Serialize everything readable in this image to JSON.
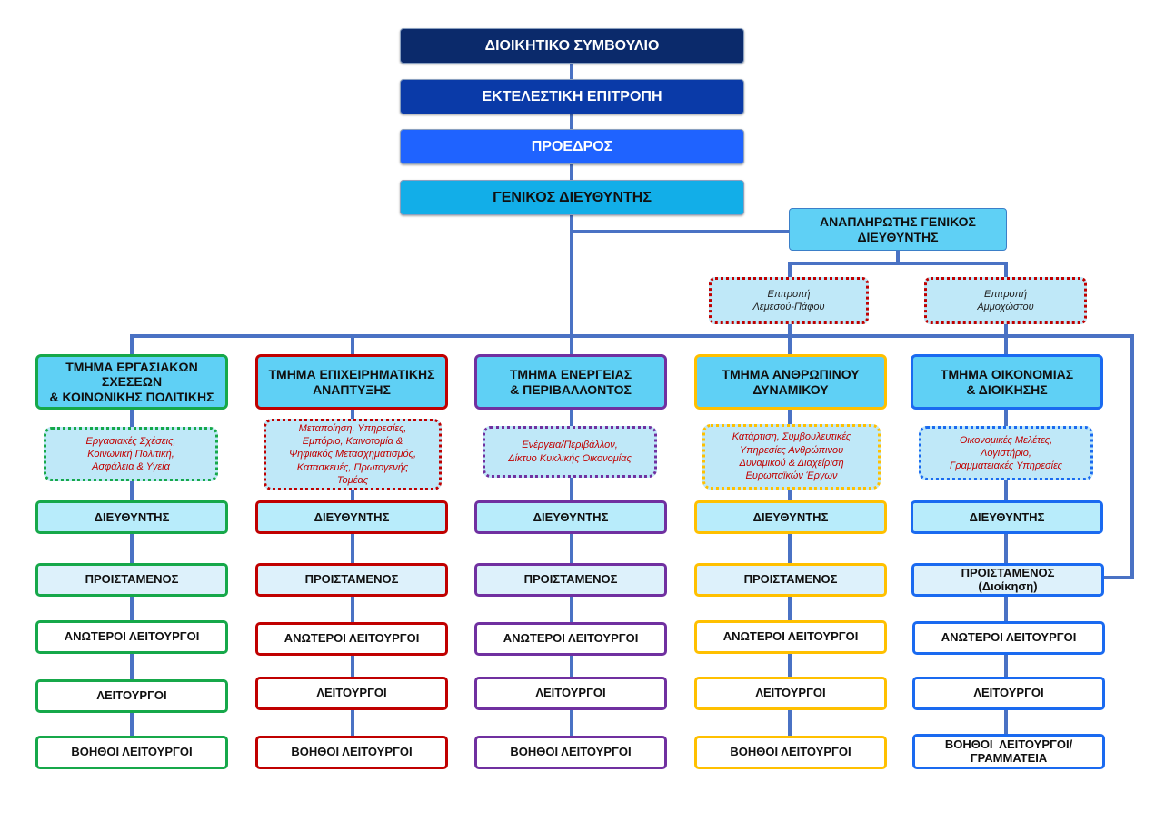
{
  "board": "ΔΙΟΙΚΗΤΙΚΟ ΣΥΜΒΟΥΛΙΟ",
  "executive": "ΕΚΤΕΛΕΣΤΙΚΗ ΕΠΙΤΡΟΠΗ",
  "president": "ΠΡΟΕΔΡΟΣ",
  "general_director": "ΓΕΝΙΚΟΣ ΔΙΕΥΘΥΝΤΗΣ",
  "deputy": {
    "line1": "ΑΝΑΠΛΗΡΩΤΗΣ ΓΕΝΙΚΟΣ",
    "line2": "ΔΙΕΥΘΥΝΤΗΣ"
  },
  "committees": [
    {
      "line1": "Επιτροπή",
      "line2": "Λεμεσού-Πάφου"
    },
    {
      "line1": "Επιτροπή",
      "line2": "Αμμοχώστου"
    }
  ],
  "departments": [
    {
      "title": [
        "ΤΜΗΜΑ ΕΡΓΑΣΙΑΚΩΝ",
        "ΣΧΕΣΕΩΝ",
        "& ΚΟΙΝΩΝΙΚΗΣ ΠΟΛΙΤΙΚΗΣ"
      ],
      "areas": [
        "Εργασιακές Σχέσεις,",
        "Κοινωνική Πολιτική,",
        "Ασφάλεια & Υγεία"
      ],
      "director": "ΔΙΕΥΘΥΝΤΗΣ",
      "head": [
        "ΠΡΟΙΣΤΑΜΕΝΟΣ"
      ],
      "senior": "ΑΝΩΤΕΡΟΙ ΛΕΙΤΟΥΡΓΟΙ",
      "officers": "ΛΕΙΤΟΥΡΓΟΙ",
      "assistants": [
        "ΒΟΗΘΟΙ ΛΕΙΤΟΥΡΓΟΙ"
      ],
      "color": "#16a84a"
    },
    {
      "title": [
        "ΤΜΗΜΑ ΕΠΙΧΕΙΡΗΜΑΤΙΚΗΣ",
        "ΑΝΑΠΤΥΞΗΣ"
      ],
      "areas": [
        "Μεταποίηση, Υπηρεσίες,",
        "Εμπόριο, Καινοτομία &",
        "Ψηφιακός Μετασχηματισμός,",
        "Κατασκευές, Πρωτογενής",
        "Τομέας"
      ],
      "director": "ΔΙΕΥΘΥΝΤΗΣ",
      "head": [
        "ΠΡΟΙΣΤΑΜΕΝΟΣ"
      ],
      "senior": "ΑΝΩΤΕΡΟΙ ΛΕΙΤΟΥΡΓΟΙ",
      "officers": "ΛΕΙΤΟΥΡΓΟΙ",
      "assistants": [
        "ΒΟΗΘΟΙ ΛΕΙΤΟΥΡΓΟΙ"
      ],
      "color": "#c00000"
    },
    {
      "title": [
        "ΤΜΗΜΑ ΕΝΕΡΓΕΙΑΣ",
        "& ΠΕΡΙΒΑΛΛΟΝΤΟΣ"
      ],
      "areas": [
        "Ενέργεια/Περιβάλλον,",
        "Δίκτυο Κυκλικής Οικονομίας"
      ],
      "director": "ΔΙΕΥΘΥΝΤΗΣ",
      "head": [
        "ΠΡΟΙΣΤΑΜΕΝΟΣ"
      ],
      "senior": "ΑΝΩΤΕΡΟΙ ΛΕΙΤΟΥΡΓΟΙ",
      "officers": "ΛΕΙΤΟΥΡΓΟΙ",
      "assistants": [
        "ΒΟΗΘΟΙ ΛΕΙΤΟΥΡΓΟΙ"
      ],
      "color": "#7030a0"
    },
    {
      "title": [
        "ΤΜΗΜΑ ΑΝΘΡΩΠΙΝΟΥ",
        "ΔΥΝΑΜΙΚΟΥ"
      ],
      "areas": [
        "Κατάρτιση, Συμβουλευτικές",
        "Υπηρεσίες Ανθρώπινου",
        "Δυναμικού & Διαχείριση",
        "Ευρωπαϊκών Έργων"
      ],
      "director": "ΔΙΕΥΘΥΝΤΗΣ",
      "head": [
        "ΠΡΟΙΣΤΑΜΕΝΟΣ"
      ],
      "senior": "ΑΝΩΤΕΡΟΙ ΛΕΙΤΟΥΡΓΟΙ",
      "officers": "ΛΕΙΤΟΥΡΓΟΙ",
      "assistants": [
        "ΒΟΗΘΟΙ ΛΕΙΤΟΥΡΓΟΙ"
      ],
      "color": "#ffc000"
    },
    {
      "title": [
        "ΤΜΗΜΑ ΟΙΚΟΝΟΜΙΑΣ",
        "& ΔΙΟΙΚΗΣΗΣ"
      ],
      "areas": [
        "Οικονομικές Μελέτες,",
        "Λογιστήριο,",
        "Γραμματειακές Υπηρεσίες"
      ],
      "director": "ΔΙΕΥΘΥΝΤΗΣ",
      "head": [
        "ΠΡΟΙΣΤΑΜΕΝΟΣ",
        "(Διοίκηση)"
      ],
      "senior": "ΑΝΩΤΕΡΟΙ ΛΕΙΤΟΥΡΓΟΙ",
      "officers": "ΛΕΙΤΟΥΡΓΟΙ",
      "assistants": [
        "ΒΟΗΘΟΙ  ΛΕΙΤΟΥΡΓΟΙ/",
        "ΓΡΑΜΜΑΤΕΙΑ"
      ],
      "color": "#1a6af0"
    }
  ],
  "colors": {
    "connector": "#4a72c4",
    "board": "#0b2a6b",
    "executive": "#0a3aa8",
    "president": "#1f63ff",
    "general_director": "#12aee8",
    "department_fill": "#5fd0f5",
    "area_text": "#c00000"
  }
}
